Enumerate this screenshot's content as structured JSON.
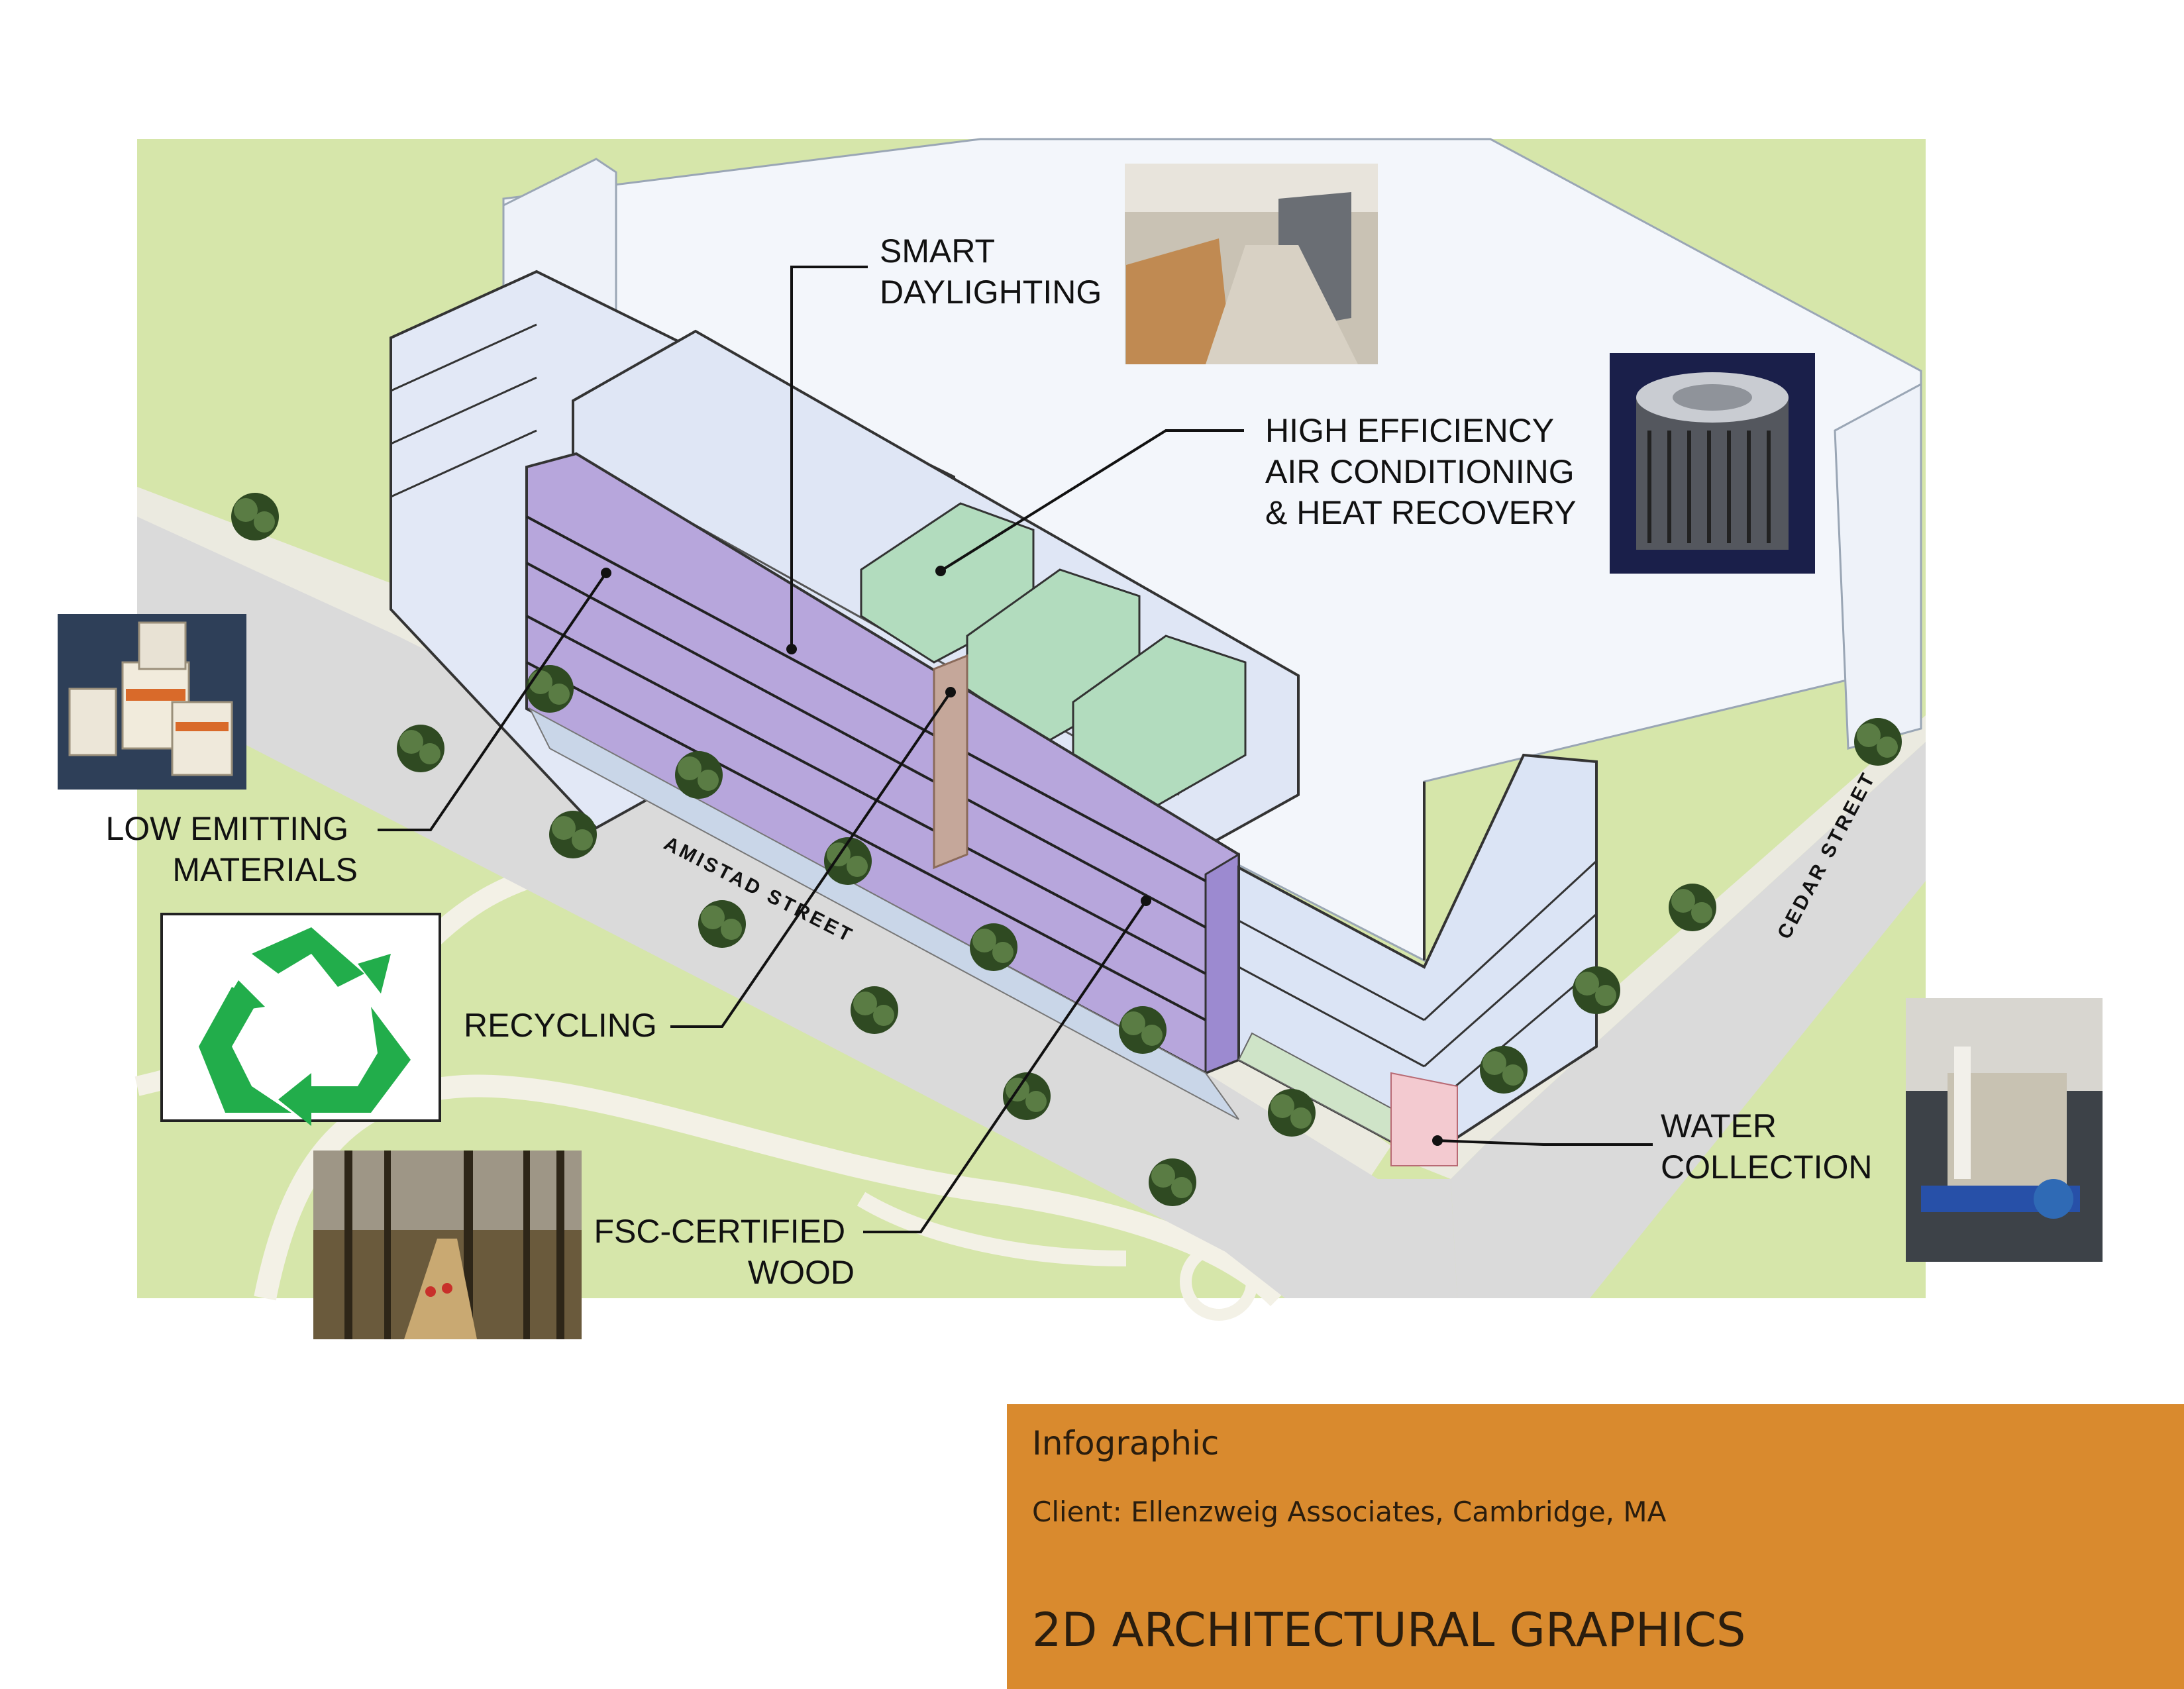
{
  "callouts": {
    "smart_daylighting": [
      "SMART",
      "DAYLIGHTING"
    ],
    "air_conditioning": [
      "HIGH EFFICIENCY",
      "AIR CONDITIONING",
      "& HEAT RECOVERY"
    ],
    "low_emitting": [
      "LOW EMITTING",
      "MATERIALS"
    ],
    "recycling": [
      "RECYCLING"
    ],
    "fsc_wood": [
      "FSC-CERTIFIED",
      "WOOD"
    ],
    "water": [
      "WATER",
      "COLLECTION"
    ]
  },
  "streets": {
    "amistad": "AMISTAD STREET",
    "cedar": "CEDAR STREET"
  },
  "info_panel": {
    "category": "Infographic",
    "client": "Client: Ellenzweig Associates, Cambridge, MA",
    "heading": "2D ARCHITECTURAL GRAPHICS"
  },
  "colors": {
    "panel": "#d98a2e",
    "lawn": "#d6e6aa",
    "road": "#dadada",
    "glass": "#e4ecf8",
    "purple": "#b7a6dc",
    "green": "#b2dcbe",
    "recycle": "#22ad4b"
  },
  "icons": [
    "tree-icon",
    "recycle-icon",
    "paint-cans-icon",
    "ac-unit-icon",
    "lab-interior-icon",
    "forest-icon",
    "water-equipment-icon"
  ]
}
